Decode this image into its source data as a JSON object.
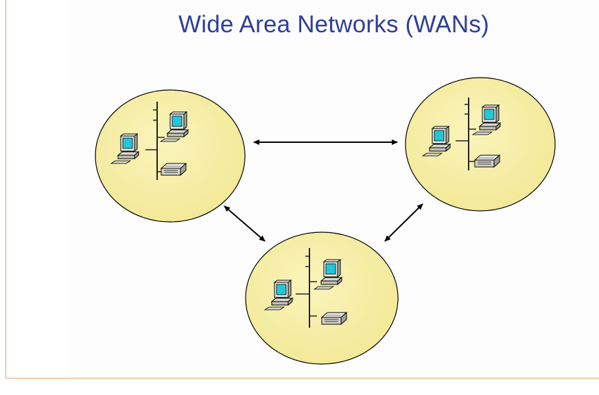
{
  "slide": {
    "title": "Wide Area Networks (WANs)"
  },
  "diagram": {
    "nodes": [
      {
        "id": "lan-left",
        "type": "lan",
        "devices": [
          "desktop-computer",
          "desktop-computer",
          "printer"
        ]
      },
      {
        "id": "lan-right",
        "type": "lan",
        "devices": [
          "desktop-computer",
          "desktop-computer",
          "printer"
        ]
      },
      {
        "id": "lan-bottom",
        "type": "lan",
        "devices": [
          "desktop-computer",
          "desktop-computer",
          "printer"
        ]
      }
    ],
    "links": [
      {
        "from": "lan-left",
        "to": "lan-right",
        "direction": "bidirectional"
      },
      {
        "from": "lan-left",
        "to": "lan-bottom",
        "direction": "bidirectional"
      },
      {
        "from": "lan-right",
        "to": "lan-bottom",
        "direction": "bidirectional"
      }
    ]
  },
  "colors": {
    "circle_fill": "#f6efa6",
    "circle_stroke": "#000000",
    "title": "#2f3f9a",
    "frame": "#f0a060",
    "monitor_screen": "#22c8d8",
    "monitor_body": "#e8e8e0",
    "arrow": "#000000"
  }
}
